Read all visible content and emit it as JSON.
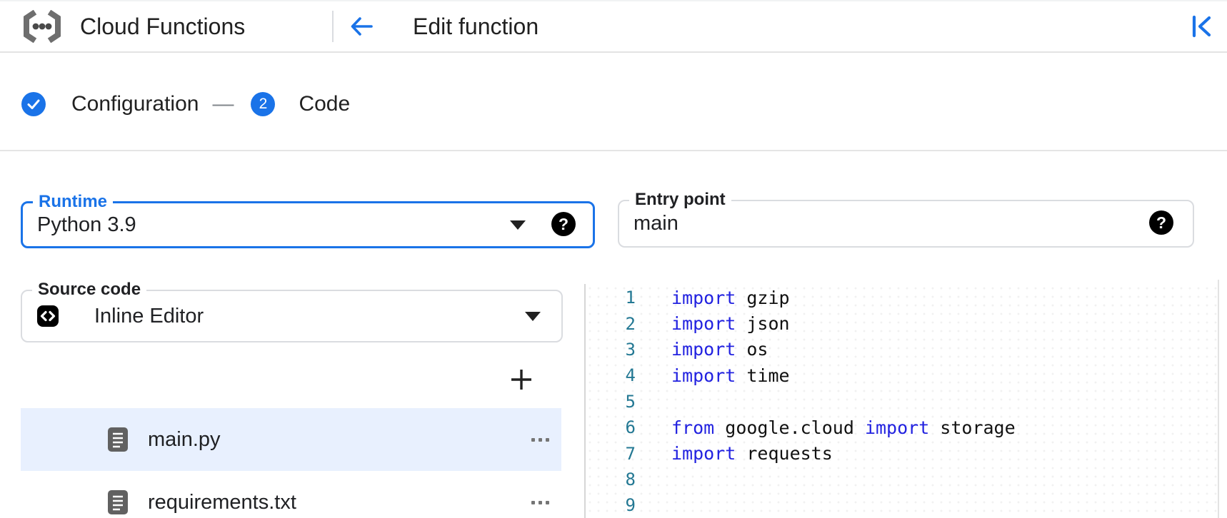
{
  "header": {
    "app_title": "Cloud Functions",
    "page_title": "Edit function"
  },
  "stepper": {
    "step1_label": "Configuration",
    "step1_state": "complete",
    "connector": "—",
    "step2_number": "2",
    "step2_label": "Code"
  },
  "fields": {
    "runtime": {
      "label": "Runtime",
      "value": "Python 3.9",
      "focused": true
    },
    "entry_point": {
      "label": "Entry point",
      "value": "main"
    },
    "source_code": {
      "label": "Source code",
      "value": "Inline Editor"
    }
  },
  "file_browser": {
    "files": [
      {
        "name": "main.py",
        "selected": true
      },
      {
        "name": "requirements.txt",
        "selected": false
      }
    ]
  },
  "editor": {
    "language": "python",
    "lines": [
      {
        "num": "1",
        "segments": [
          {
            "kind": "keyword",
            "text": "import"
          },
          {
            "kind": "plain",
            "text": " gzip"
          }
        ]
      },
      {
        "num": "2",
        "segments": [
          {
            "kind": "keyword",
            "text": "import"
          },
          {
            "kind": "plain",
            "text": " json"
          }
        ]
      },
      {
        "num": "3",
        "segments": [
          {
            "kind": "keyword",
            "text": "import"
          },
          {
            "kind": "plain",
            "text": " os"
          }
        ]
      },
      {
        "num": "4",
        "segments": [
          {
            "kind": "keyword",
            "text": "import"
          },
          {
            "kind": "plain",
            "text": " time"
          }
        ]
      },
      {
        "num": "5",
        "segments": []
      },
      {
        "num": "6",
        "segments": [
          {
            "kind": "keyword",
            "text": "from"
          },
          {
            "kind": "plain",
            "text": " google.cloud "
          },
          {
            "kind": "keyword",
            "text": "import"
          },
          {
            "kind": "plain",
            "text": " storage"
          }
        ]
      },
      {
        "num": "7",
        "segments": [
          {
            "kind": "keyword",
            "text": "import"
          },
          {
            "kind": "plain",
            "text": " requests"
          }
        ]
      },
      {
        "num": "8",
        "segments": []
      },
      {
        "num": "9",
        "segments": []
      }
    ]
  },
  "icons": {
    "help_glyph": "?",
    "names": [
      "cloud-functions-logo",
      "back-arrow-icon",
      "collapse-panel-icon",
      "check-icon",
      "help-icon",
      "dropdown-arrow-icon",
      "code-brackets-icon",
      "plus-icon",
      "file-icon",
      "overflow-menu-icon"
    ]
  },
  "colors": {
    "accent_blue": "#1a73e8",
    "selected_row_blue": "#e8f0fe",
    "keyword_blue": "#2222e0",
    "line_number_teal": "#237893",
    "border_gray": "#dadce0",
    "text_primary": "#202124",
    "icon_gray": "#616161"
  }
}
